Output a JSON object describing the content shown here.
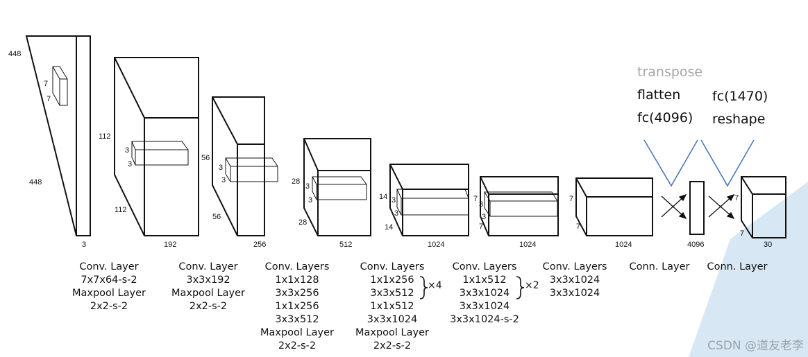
{
  "colors": {
    "line": "#111111",
    "note_v": "#4a78b5",
    "highlight": "#d7e8f4",
    "grey_text": "#a6a6a6",
    "watermark": "#9aa3ad"
  },
  "dims": {
    "input_h": "448",
    "input_w": "448",
    "input_d": "3",
    "input_k1": "7",
    "input_k2": "7",
    "c1_h": "112",
    "c1_w": "112",
    "c1_d": "192",
    "c1_k1": "3",
    "c1_k2": "3",
    "c2_h": "56",
    "c2_w": "56",
    "c2_d": "256",
    "c2_k1": "3",
    "c2_k2": "3",
    "c3_h": "28",
    "c3_w": "28",
    "c3_d": "512",
    "c3_k1": "3",
    "c3_k2": "3",
    "c4_h": "14",
    "c4_w": "14",
    "c4_d": "1024",
    "c4_k1": "3",
    "c4_k2": "3",
    "c5_h": "7",
    "c5_w": "7",
    "c5_d": "1024",
    "c5_k1": "3",
    "c5_k2": "3",
    "c6_h": "7",
    "c6_w": "7",
    "c6_d": "1024",
    "fc_d": "4096",
    "out_h": "7",
    "out_w": "7",
    "out_d": "30"
  },
  "layers": [
    {
      "lines": [
        "Conv. Layer",
        "7x7x64-s-2",
        "Maxpool Layer",
        "2x2-s-2"
      ]
    },
    {
      "lines": [
        "Conv. Layer",
        "3x3x192",
        "Maxpool Layer",
        "2x2-s-2"
      ]
    },
    {
      "lines": [
        "Conv. Layers",
        "1x1x128",
        "3x3x256",
        "1x1x256",
        "3x3x512",
        "Maxpool Layer",
        "2x2-s-2"
      ]
    },
    {
      "lines": [
        "Conv. Layers",
        "1x1x256",
        "3x3x512",
        "1x1x512",
        "3x3x1024",
        "Maxpool Layer",
        "2x2-s-2"
      ],
      "repeat": "×4"
    },
    {
      "lines": [
        "Conv. Layers",
        "1x1x512",
        "3x3x1024",
        "3x3x1024",
        "3x3x1024-s-2"
      ],
      "repeat": "×2"
    },
    {
      "lines": [
        "Conv. Layers",
        "3x3x1024",
        "3x3x1024"
      ]
    },
    {
      "lines": [
        "Conn. Layer"
      ]
    },
    {
      "lines": [
        "Conn. Layer"
      ]
    }
  ],
  "annotations": {
    "transpose": "transpose",
    "flatten": "flatten",
    "fc1": "fc(4096)",
    "fc2": "fc(1470)",
    "reshape": "reshape"
  },
  "watermark": "CSDN @道友老李"
}
